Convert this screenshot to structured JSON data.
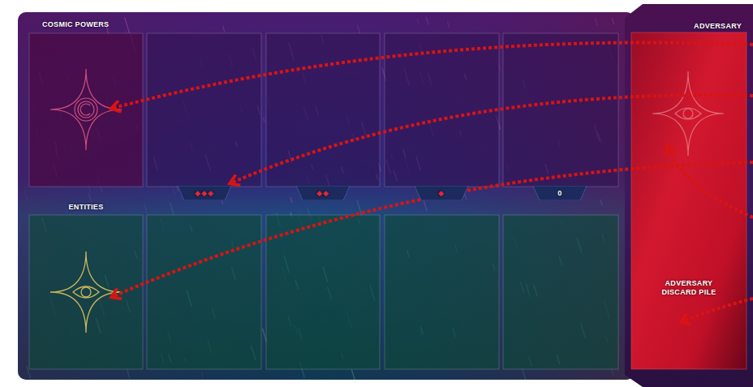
{
  "diagram": {
    "nodes": [
      {
        "text": [
          "COSMIC POWERS"
        ]
      },
      {
        "text": [
          "◆◆◆"
        ]
      },
      {
        "text": [
          "◆◆"
        ]
      },
      {
        "text": [
          "◆"
        ]
      },
      {
        "text": [
          "0"
        ]
      },
      {
        "text": [
          "ENTITIES"
        ]
      },
      {
        "text": [
          "ADVERSARY"
        ]
      },
      {
        "text": [
          "ADVERSARY DISCARD PILE"
        ],
        "in": 6
      }
    ]
  }
}
